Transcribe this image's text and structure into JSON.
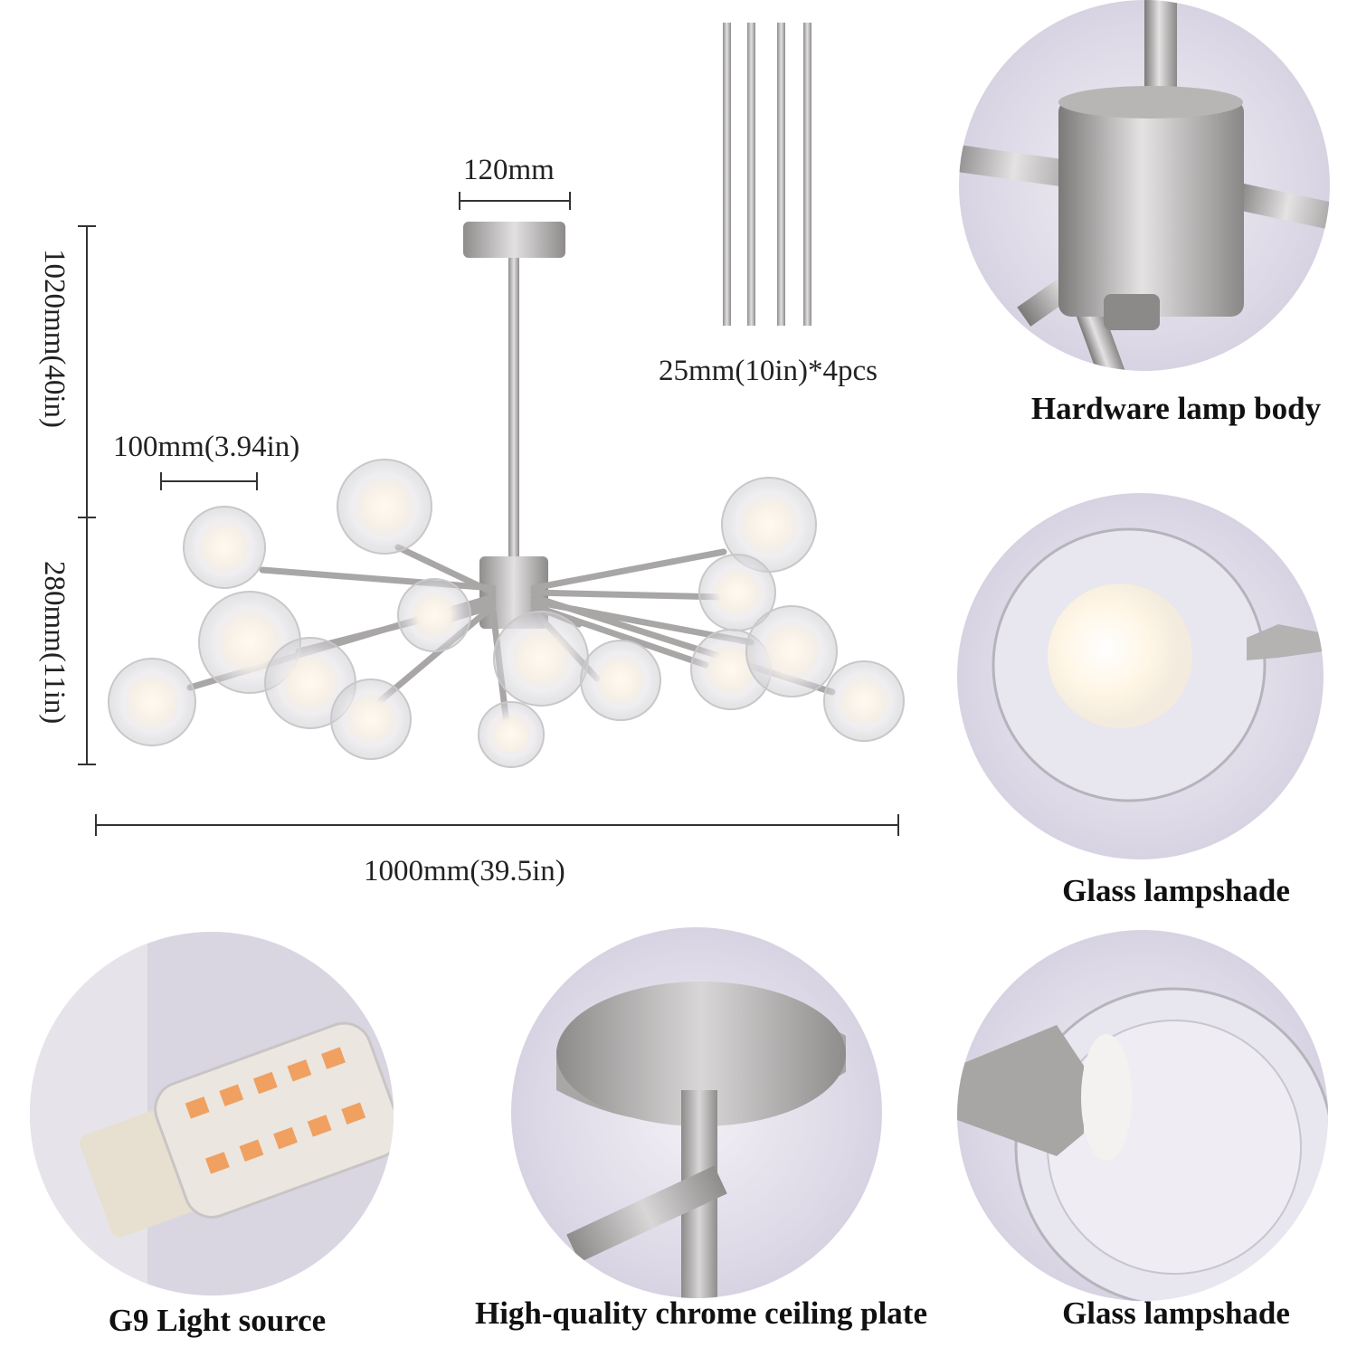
{
  "dimensions": {
    "height_total": "1020mm(40in)",
    "height_body": "280mm(11in)",
    "canopy_width": "120mm",
    "globe_width": "100mm(3.94in)",
    "overall_width": "1000mm(39.5in)",
    "rods": "25mm(10in)*4pcs"
  },
  "details": {
    "lamp_body": "Hardware lamp body",
    "glass_1": "Glass lampshade",
    "light_source": "G9 Light source",
    "ceiling_plate": "High-quality chrome ceiling plate",
    "glass_2": "Glass lampshade"
  },
  "colors": {
    "metal": "#b9b6b6",
    "background_circle": "#dcd8e6",
    "glow": "#fff6e6",
    "led": "#f0a060"
  }
}
